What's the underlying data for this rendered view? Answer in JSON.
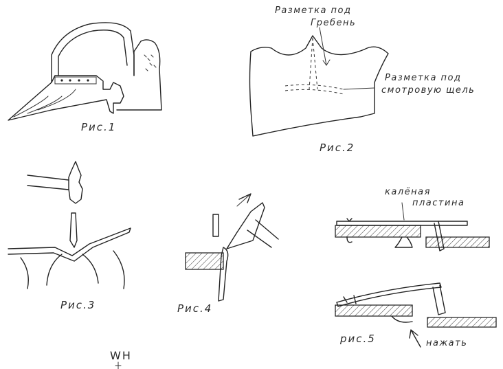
{
  "labels": {
    "fig1": "Рис.1",
    "fig2": "Рис.2",
    "fig3": "Рис.3",
    "fig4": "Рис.4",
    "fig5": "рис.5",
    "crest_marking_line1": "Разметка под",
    "crest_marking_line2": "Гребень",
    "slit_marking_line1": "Разметка под",
    "slit_marking_line2": "смотровую щель",
    "hardened_plate_line1": "калёная",
    "hardened_plate_line2": "пластина",
    "press": "нажать",
    "signature": "WH"
  }
}
